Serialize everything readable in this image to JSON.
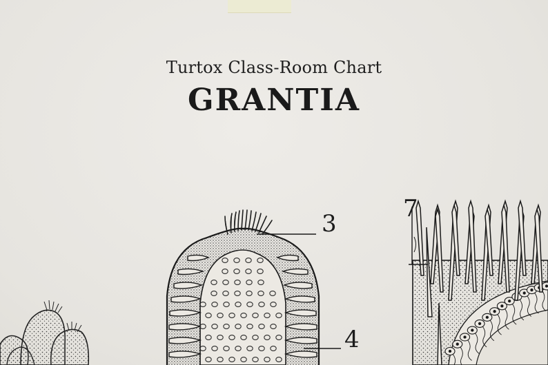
{
  "header": {
    "subtitle": "Turtox Class-Room Chart",
    "title": "GRANTIA"
  },
  "labels": {
    "label_3": "3",
    "label_4": "4",
    "label_7": "7"
  },
  "colors": {
    "paper": "#e9e7e3",
    "ink": "#1c1c1c",
    "tape": "#ecebd3"
  }
}
